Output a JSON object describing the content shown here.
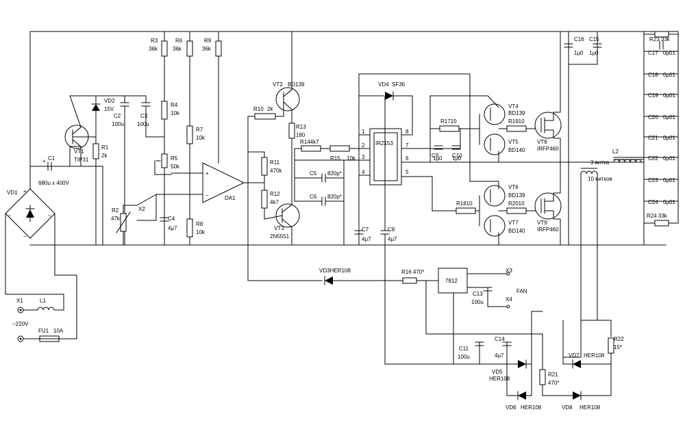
{
  "labels": {
    "R3": "R3",
    "R3v": "36k",
    "R6": "R6",
    "R6v": "36k",
    "R9": "R9",
    "R9v": "36k",
    "R4": "R4",
    "R4v": "10k",
    "R7": "R7",
    "R7v": "10k",
    "R5": "R5",
    "R5v": "50k",
    "R8": "R8",
    "R8v": "10k",
    "R1": "R1",
    "R1v": "2k",
    "R2": "R2",
    "R2v": "47k",
    "VD2": "VD2",
    "VD2v": "15V",
    "C2": "C2",
    "C2v": "100u",
    "C3": "C3",
    "C3v": "100u",
    "VT1": "VT1",
    "VT1v": "TIP31",
    "C1": "C1",
    "C1v": "680u x 400V",
    "VD1": "VD1",
    "X2": "X2",
    "C4": "C4",
    "C4v": "4μ7",
    "DA1": "DA1",
    "VT2": "VT2",
    "VT2v": "BD139",
    "R10": "R10",
    "R10v": "2k",
    "R13": "R13",
    "R13v": "180",
    "R11": "R11",
    "R11v": "470k",
    "R12": "R12",
    "R12v": "4k7",
    "VT3": "VT3",
    "VT3v": "2N5551",
    "VD4": "VD4",
    "VD4v": "SF36",
    "R14": "R144k7",
    "R15": "R15",
    "R15v": "10k",
    "C5": "C5",
    "C5v": "820p*",
    "C6": "C6",
    "C6v": "820p*",
    "C7": "C7",
    "C7v": "4μ7",
    "C8": "C8",
    "C8v": "4μ7",
    "IC": "IR2153",
    "R17": "R1710",
    "R19": "R1910",
    "R18": "R1810",
    "R20": "R2010",
    "C9": "C9",
    "C9v": "1μ0",
    "C10": "C10",
    "C10v": "1μ0",
    "VT4": "VT4",
    "VT4v": "BD139",
    "VT5": "VT5",
    "VT5v": "BD140",
    "VT6": "VT6",
    "VT6v": "BD139",
    "VT7": "VT7",
    "VT7v": "BD140",
    "VT8": "VT8",
    "VT8v": "IRFP460",
    "VT9": "VT9",
    "VT9v": "IRFP460",
    "C16": "C16",
    "C16v": "1μ0",
    "C15": "C15",
    "C15v": "1μ0",
    "R23": "R23 33k",
    "R24": "R24 33k",
    "C17": "C17",
    "C17v": "0μ01",
    "C18": "C18",
    "C18v": "0μ01",
    "C19": "C19",
    "C19v": "0μ01",
    "C20": "C20",
    "C20v": "0μ01",
    "C21": "C21",
    "C21v": "0μ01",
    "C22": "C22",
    "C22v": "0μ01",
    "C23": "C23",
    "C23v": "0μ01",
    "C24": "C24",
    "C24v": "0μ01",
    "L2": "L2",
    "W3": "3 витка",
    "W10": "10 витков",
    "VD3": "VD3HER108",
    "R16": "R16 470*",
    "REG": "7812",
    "X3": "X3",
    "X4": "X4",
    "FAN": "FAN",
    "C13": "C13",
    "C13v": "100u",
    "C11": "C11",
    "C11v": "100u",
    "C14": "C14",
    "C14v": "4μ7",
    "R21": "R21",
    "R21v": "470*",
    "R22": "R22",
    "R22v": "15*",
    "VD5": "VD5",
    "VD5v": "HER108",
    "VD6": "VD6",
    "VD6v": "HER108",
    "VD7": "VD7",
    "VD7v": "HER108",
    "VD8": "VD8",
    "VD8v": "HER108",
    "X1": "X1",
    "L1": "L1",
    "MAINS": "~220V",
    "FU1": "FU1",
    "FU1v": "10A",
    "P1": "1",
    "P2": "2",
    "P3": "3",
    "P4": "4",
    "P5": "5",
    "P6": "6",
    "P7": "7",
    "P8": "8",
    "PLUS": "+",
    "MINUS": "−",
    "PLUS2": "+",
    "MINUS2": "−",
    "AC1": "~",
    "AC2": "~"
  }
}
